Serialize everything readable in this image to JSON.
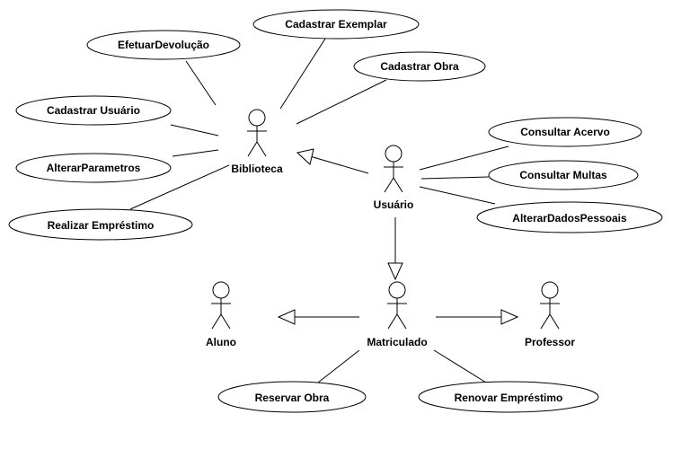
{
  "actors": {
    "biblioteca": "Biblioteca",
    "usuario": "Usuário",
    "matriculado": "Matriculado",
    "aluno": "Aluno",
    "professor": "Professor"
  },
  "use_cases": {
    "cadastrar_exemplar": "Cadastrar Exemplar",
    "efetuar_devolucao": "EfetuarDevolução",
    "cadastrar_obra": "Cadastrar Obra",
    "cadastrar_usuario": "Cadastrar Usuário",
    "alterar_parametros": "AlterarParametros",
    "realizar_emprestimo": "Realizar Empréstimo",
    "consultar_acervo": "Consultar Acervo",
    "consultar_multas": "Consultar Multas",
    "alterar_dados_pessoais": "AlterarDadosPessoais",
    "reservar_obra": "Reservar Obra",
    "renovar_emprestimo": "Renovar Empréstimo"
  }
}
